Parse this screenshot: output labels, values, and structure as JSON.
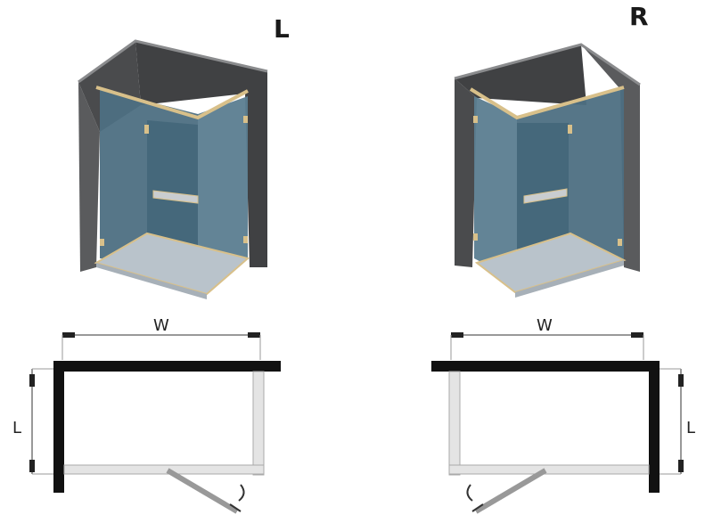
{
  "diagrams": {
    "left": {
      "orientation_label": "L",
      "width_label": "W",
      "length_label": "L"
    },
    "right": {
      "orientation_label": "R",
      "width_label": "W",
      "length_label": "L"
    }
  },
  "colors": {
    "wall": "#57585a",
    "wall_dark": "#3f4042",
    "glass": "#4d6f82",
    "glass_light": "#5f8193",
    "tray": "#b9c3cb",
    "hardware": "#d8c08a",
    "plan_line": "#111111"
  }
}
